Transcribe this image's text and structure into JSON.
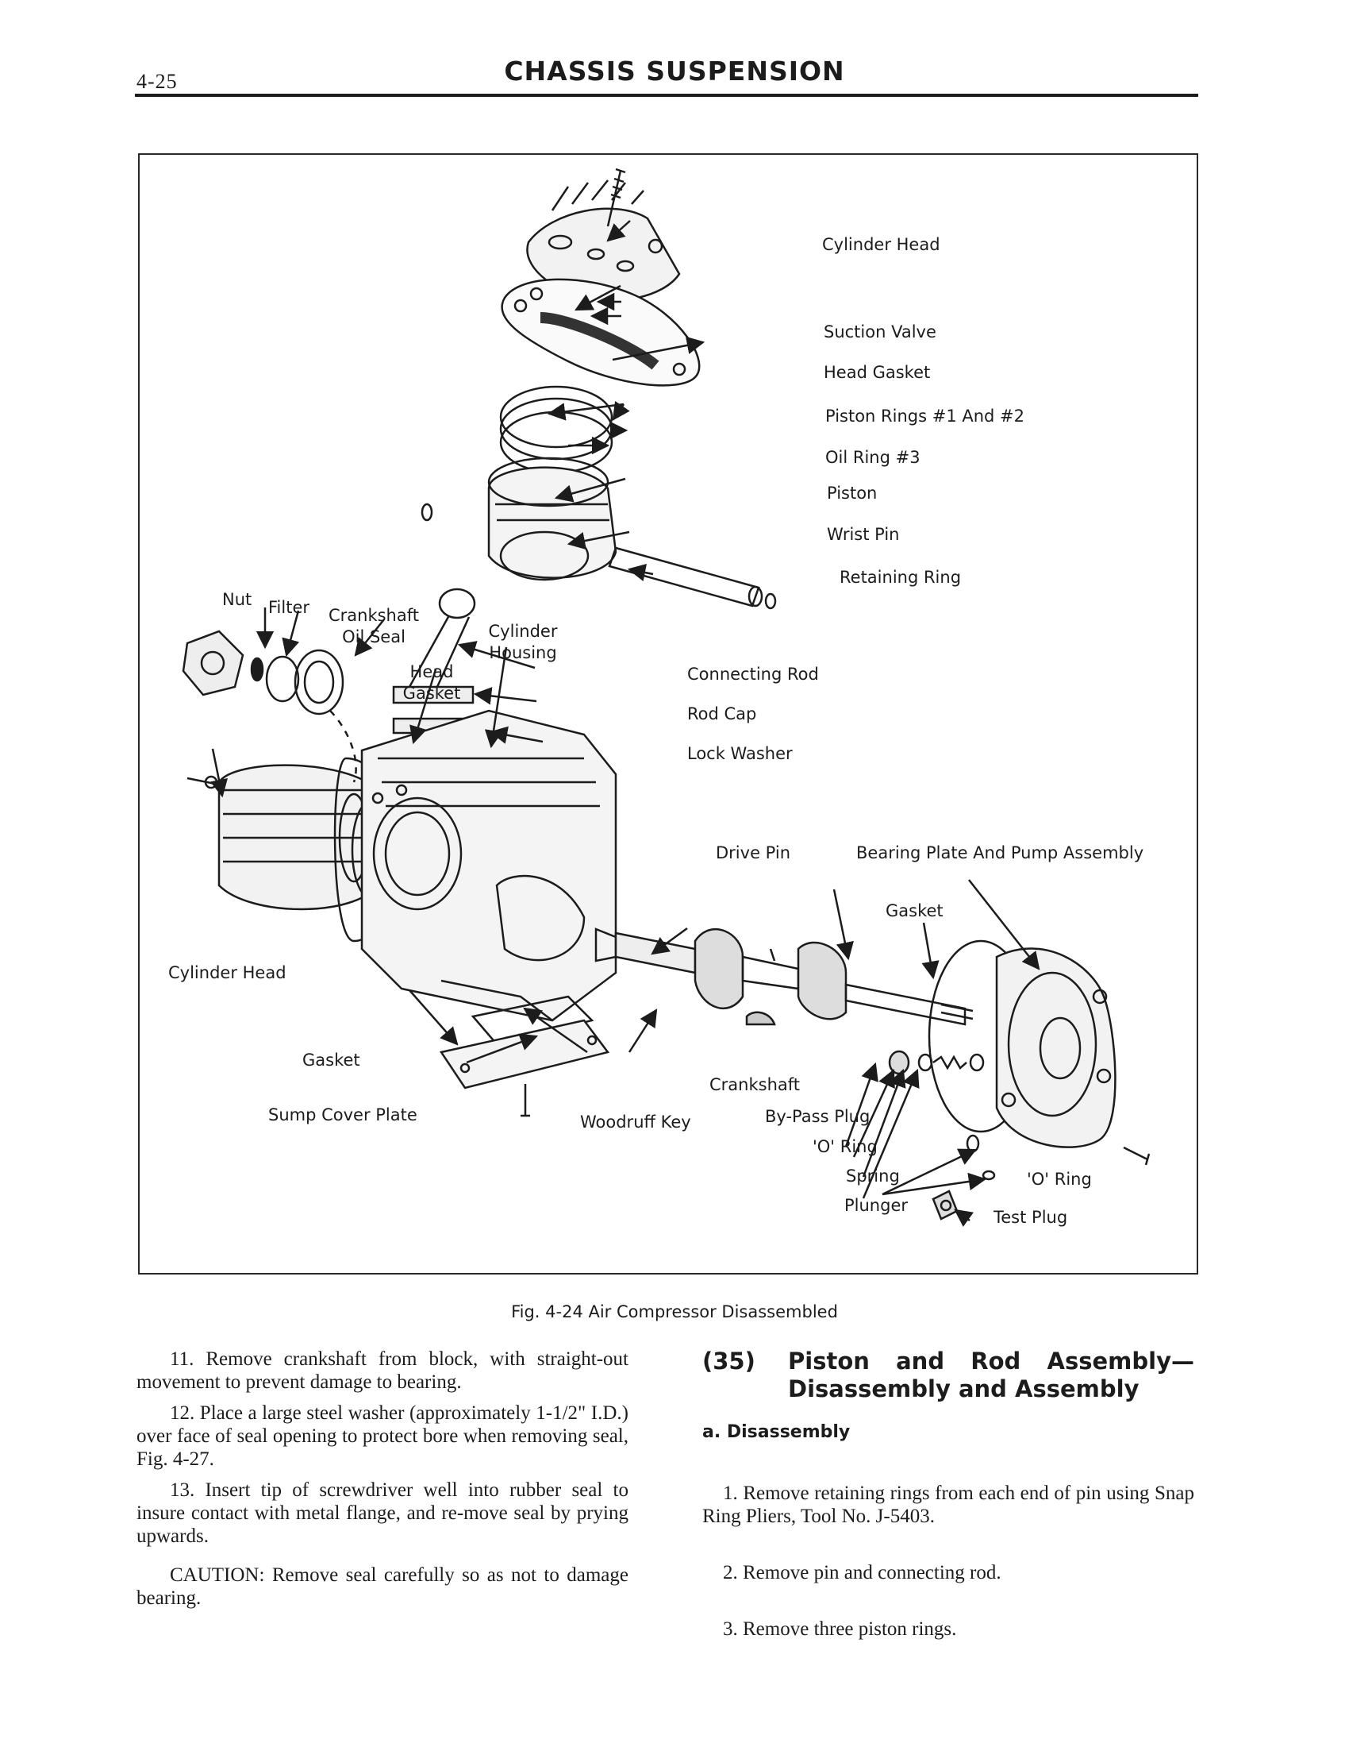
{
  "header": {
    "page_number": "4-25",
    "title": "CHASSIS SUSPENSION"
  },
  "figure": {
    "caption": "Fig. 4-24  Air Compressor Disassembled",
    "labels": {
      "cylinder_head_top": "Cylinder Head",
      "suction_valve": "Suction Valve",
      "head_gasket_top": "Head Gasket",
      "piston_rings": "Piston Rings #1 And #2",
      "oil_ring": "Oil Ring #3",
      "piston": "Piston",
      "wrist_pin": "Wrist Pin",
      "retaining_ring": "Retaining Ring",
      "nut": "Nut",
      "filter": "Filter",
      "crankshaft_oil_seal": "Crankshaft Oil Seal",
      "cylinder_housing": "Cylinder Housing",
      "head_gasket_left": "Head Gasket",
      "connecting_rod": "Connecting Rod",
      "rod_cap": "Rod Cap",
      "lock_washer": "Lock Washer",
      "drive_pin": "Drive Pin",
      "bearing_plate": "Bearing Plate And Pump Assembly",
      "gasket_right": "Gasket",
      "cylinder_head_left": "Cylinder Head",
      "gasket_bottom": "Gasket",
      "sump_cover_plate": "Sump Cover Plate",
      "woodruff_key": "Woodruff Key",
      "crankshaft": "Crankshaft",
      "bypass_plug": "By-Pass Plug",
      "o_ring_left": "'O' Ring",
      "spring": "Spring",
      "plunger": "Plunger",
      "o_ring_right": "'O' Ring",
      "test_plug": "Test Plug"
    }
  },
  "left_column": {
    "step11": "11. Remove crankshaft from block, with straight-out movement to prevent damage to bearing.",
    "step12": "12. Place a large steel washer (approximately 1-1/2\" I.D.) over face of seal opening to protect bore when removing seal, Fig. 4-27.",
    "step13": "13. Insert tip of screwdriver well into rubber seal to insure contact with metal flange, and re-move seal by prying upwards.",
    "caution": "CAUTION: Remove seal carefully so as not to damage bearing."
  },
  "right_column": {
    "section_number": "(35)",
    "section_title": "Piston and Rod Assembly— Disassembly and Assembly",
    "subsection": "a. Disassembly",
    "step1": "1. Remove retaining rings from each end of pin using Snap Ring Pliers, Tool No. J-5403.",
    "step2": "2. Remove pin and connecting rod.",
    "step3": "3. Remove three piston rings."
  }
}
